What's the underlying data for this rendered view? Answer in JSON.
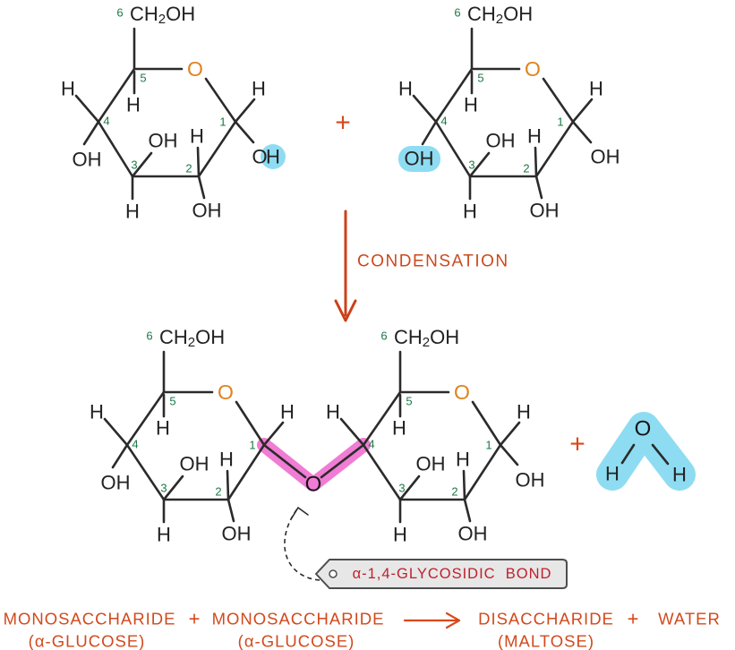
{
  "palette": {
    "bond": "#2b2b2b",
    "ring_oxygen": "#e0831c",
    "carbon_number_green": "#1a7a45",
    "highlight_blue": "#8edcf2",
    "highlight_pink": "#f07cd4",
    "reaction_orange": "#d2491c",
    "tag_red": "#bf202d",
    "tag_background": "#e7e7e7"
  },
  "atoms": {
    "hydrogen": "H",
    "oxygen": "O",
    "hydroxyl": "OH",
    "ch": "CH",
    "subscript_two": "2",
    "carbon_numbers": [
      "1",
      "2",
      "3",
      "4",
      "5",
      "6"
    ]
  },
  "reaction": {
    "plus": "+",
    "condensation_label": "CONDENSATION",
    "glycosidic_tag": "α-1,4-GLYCOSIDIC  BOND"
  },
  "equation": {
    "reactant1": "MONOSACCHARIDE",
    "reactant1_name": "(α-GLUCOSE)",
    "plus": "+",
    "reactant2": "MONOSACCHARIDE",
    "reactant2_name": "(α-GLUCOSE)",
    "product1": "DISACCHARIDE",
    "product1_name": "(MALTOSE)",
    "product2": "WATER"
  },
  "molecules": {
    "reactant_left": {
      "name": "α-glucose",
      "highlighted_group": "H of C1 hydroxyl (blue)"
    },
    "reactant_right": {
      "name": "α-glucose",
      "highlighted_group": "C4 hydroxyl OH (blue)"
    },
    "product": {
      "name": "maltose",
      "linkage": "α-1,4-glycosidic bond (pink)"
    },
    "byproduct": {
      "name": "water",
      "atoms": [
        "H",
        "O",
        "H"
      ],
      "highlight": "blue"
    }
  }
}
